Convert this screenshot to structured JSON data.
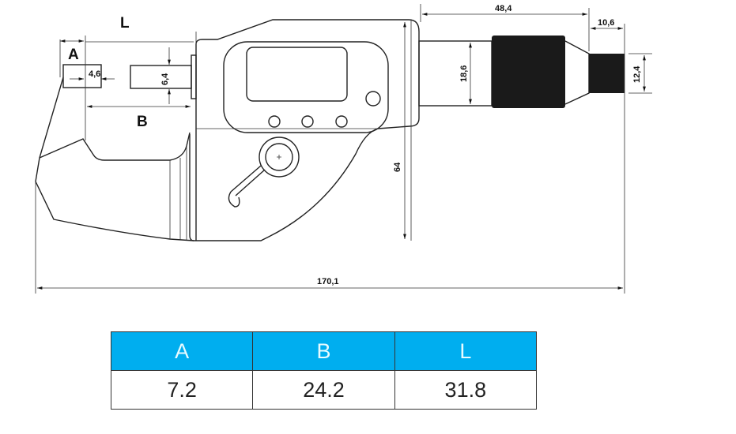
{
  "drawing": {
    "labels": {
      "L": "L",
      "A": "A",
      "B": "B"
    },
    "dimensions": {
      "anvil_dia": "4,6",
      "spindle_dia": "6,4",
      "sleeve_length": "48,4",
      "ratchet_length": "10,6",
      "sleeve_dia": "18,6",
      "ratchet_dia": "12,4",
      "height": "64",
      "total_length": "170,1"
    }
  },
  "table": {
    "headers": [
      "A",
      "B",
      "L"
    ],
    "values": [
      "7.2",
      "24.2",
      "31.8"
    ],
    "header_color": "#00aeef"
  }
}
